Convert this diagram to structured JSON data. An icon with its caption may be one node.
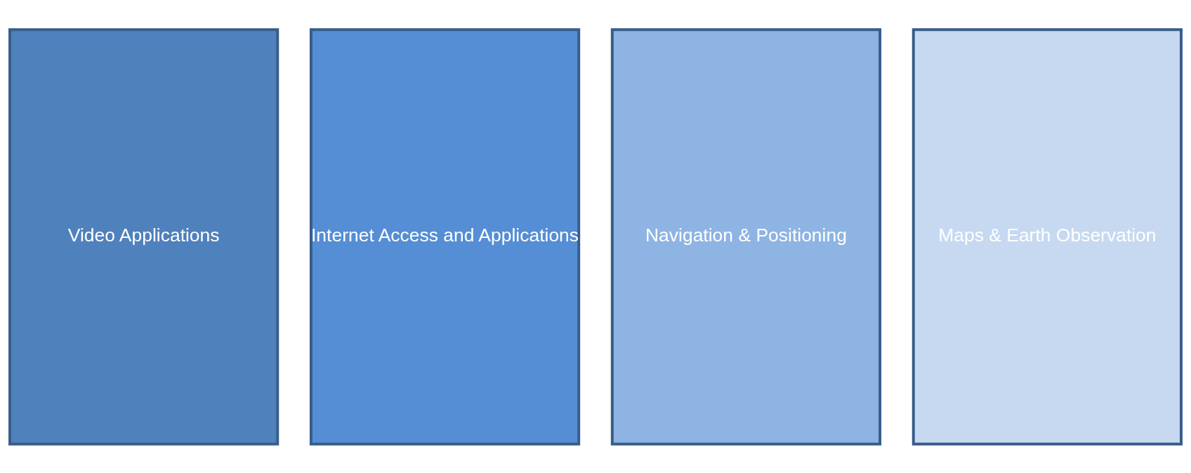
{
  "diagram": {
    "nodes": [
      {
        "text": [
          "Video Applications"
        ]
      },
      {
        "text": [
          "Internet Access and Applications"
        ]
      },
      {
        "text": [
          "Navigation & Positioning"
        ]
      },
      {
        "text": [
          "Maps & Earth Observation"
        ]
      }
    ]
  }
}
